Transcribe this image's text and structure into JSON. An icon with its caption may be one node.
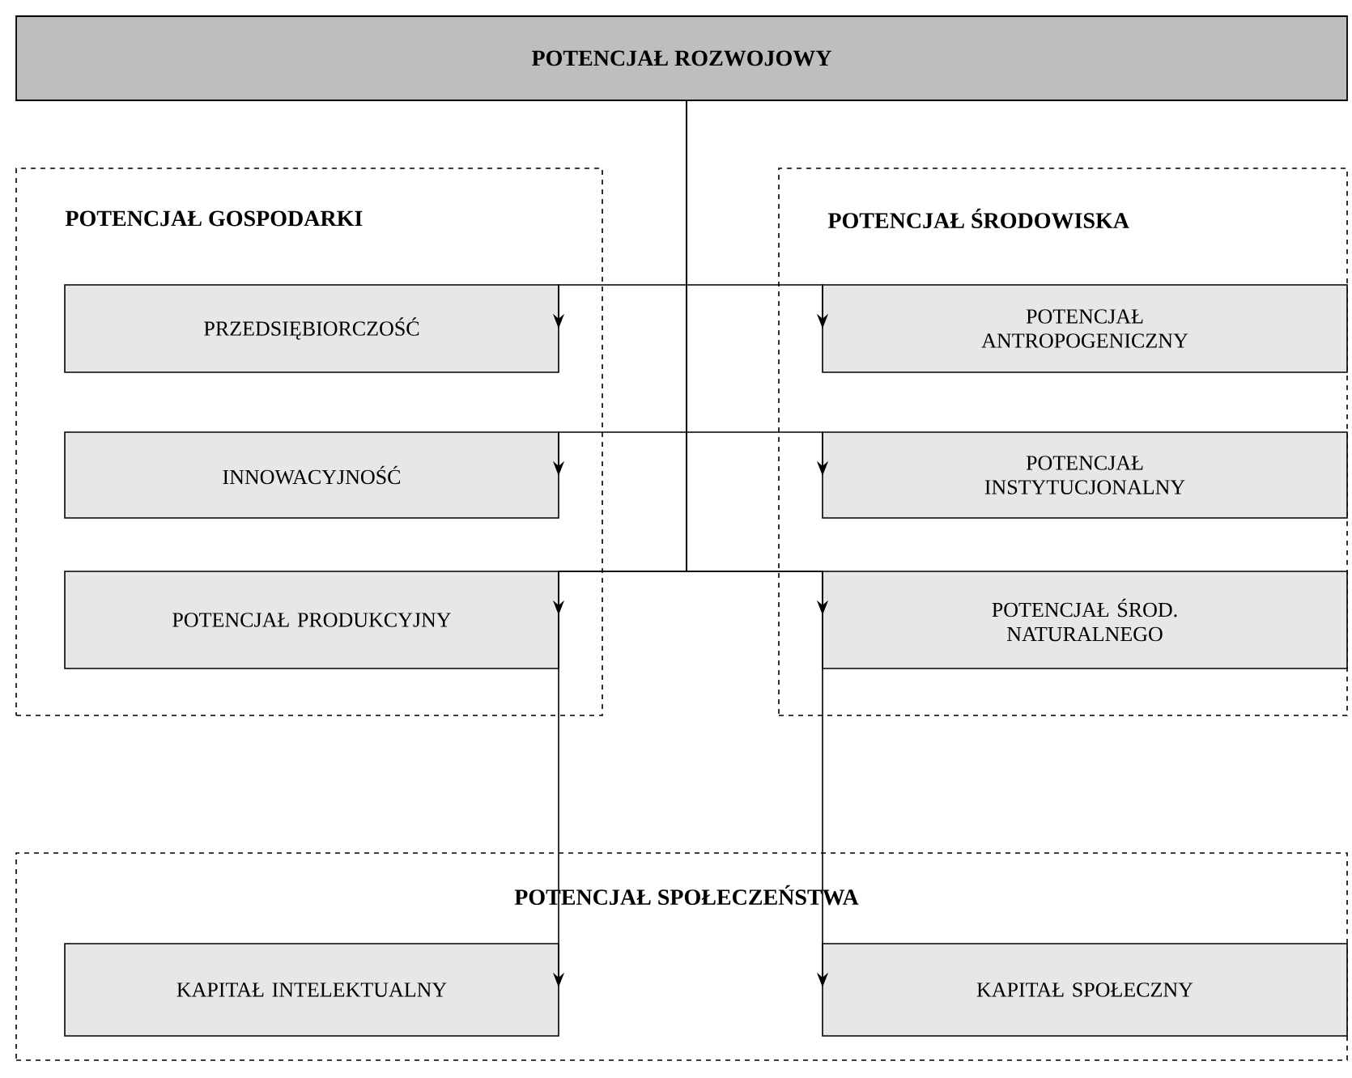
{
  "diagram": {
    "nodes": [
      {
        "text": [
          "POTENCJAŁ ROZWOJOWY"
        ]
      },
      {
        "text": [
          "POTENCJAŁ GOSPODARKI"
        ]
      },
      {
        "text": [
          "PRZEDSIĘBIORCZOŚĆ"
        ],
        "in": 1
      },
      {
        "text": [
          "INNOWACYJNOŚĆ"
        ],
        "in": 1
      },
      {
        "text": [
          "POTENCJAŁ PRODUKCYJNY"
        ],
        "in": 1
      },
      {
        "text": [
          "POTENCJAŁ  ŚRODOWISKA"
        ]
      },
      {
        "text": [
          "POTENCJAŁ ANTROPOGENICZNY"
        ],
        "in": 5
      },
      {
        "text": [
          "POTENCJAŁ INSTYTUCJONALNY"
        ],
        "in": 5
      },
      {
        "text": [
          "POTENCJAŁ ŚROD. NATURALNEGO"
        ],
        "in": 5
      },
      {
        "text": [
          "POTENCJAŁ SPOŁECZEŃSTWA"
        ]
      },
      {
        "text": [
          "KAPITAŁ INTELEKTUALNY"
        ],
        "in": 9
      },
      {
        "text": [
          "KAPITAŁ SPOŁECZNY"
        ],
        "in": 9
      }
    ],
    "edges": [
      {
        "from": 0,
        "to": 2,
        "arrow": "to"
      },
      {
        "from": 0,
        "to": 3,
        "arrow": "to"
      },
      {
        "from": 0,
        "to": 4,
        "arrow": "to"
      },
      {
        "from": 0,
        "to": 6,
        "arrow": "to"
      },
      {
        "from": 0,
        "to": 7,
        "arrow": "to"
      },
      {
        "from": 0,
        "to": 8,
        "arrow": "to"
      },
      {
        "from": 0,
        "to": 10,
        "arrow": "to"
      },
      {
        "from": 0,
        "to": 11,
        "arrow": "to"
      }
    ]
  }
}
